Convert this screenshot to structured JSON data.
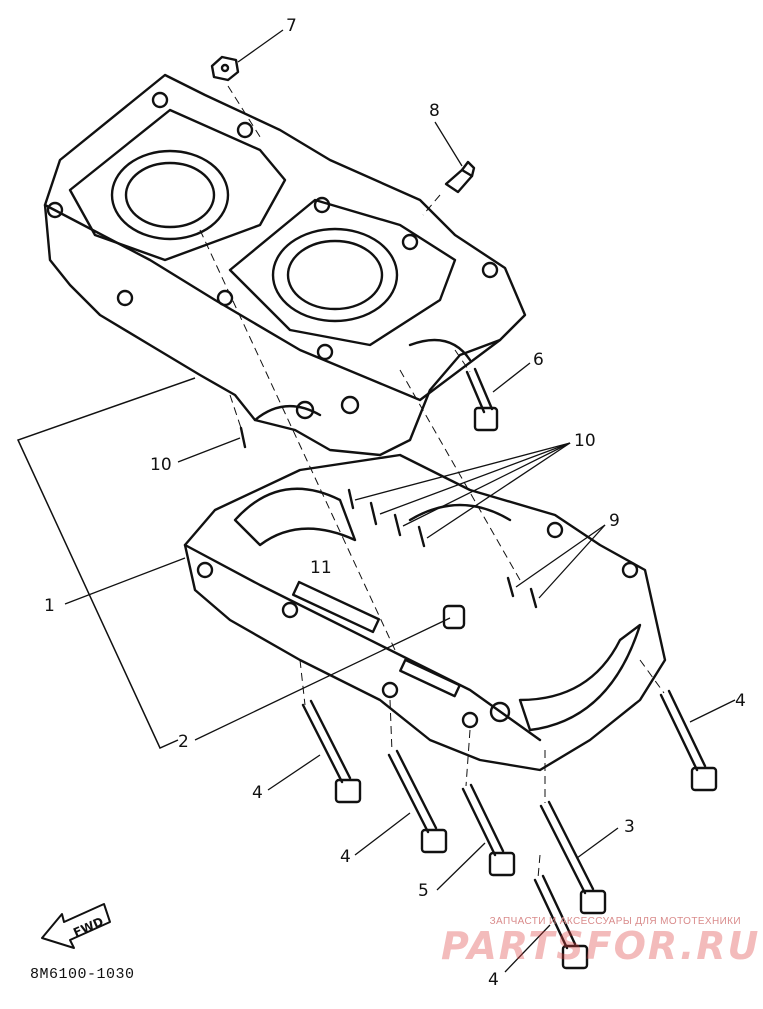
{
  "callouts": [
    {
      "id": "7",
      "text": "7"
    },
    {
      "id": "8",
      "text": "8"
    },
    {
      "id": "6",
      "text": "6"
    },
    {
      "id": "10a",
      "text": "10"
    },
    {
      "id": "10b",
      "text": "10"
    },
    {
      "id": "9",
      "text": "9"
    },
    {
      "id": "11",
      "text": "11"
    },
    {
      "id": "1",
      "text": "1"
    },
    {
      "id": "2",
      "text": "2"
    },
    {
      "id": "4a",
      "text": "4"
    },
    {
      "id": "4b",
      "text": "4"
    },
    {
      "id": "4c",
      "text": "4"
    },
    {
      "id": "4d",
      "text": "4"
    },
    {
      "id": "5",
      "text": "5"
    },
    {
      "id": "3",
      "text": "3"
    }
  ],
  "fwd_label": "FWD",
  "doc_code": "8M6100-1030",
  "watermark": {
    "tagline": "ЗАПЧАСТИ И АКСЕССУАРЫ ДЛЯ МОТОТЕХНИКИ",
    "brand": "PARTSFOR.RU"
  }
}
